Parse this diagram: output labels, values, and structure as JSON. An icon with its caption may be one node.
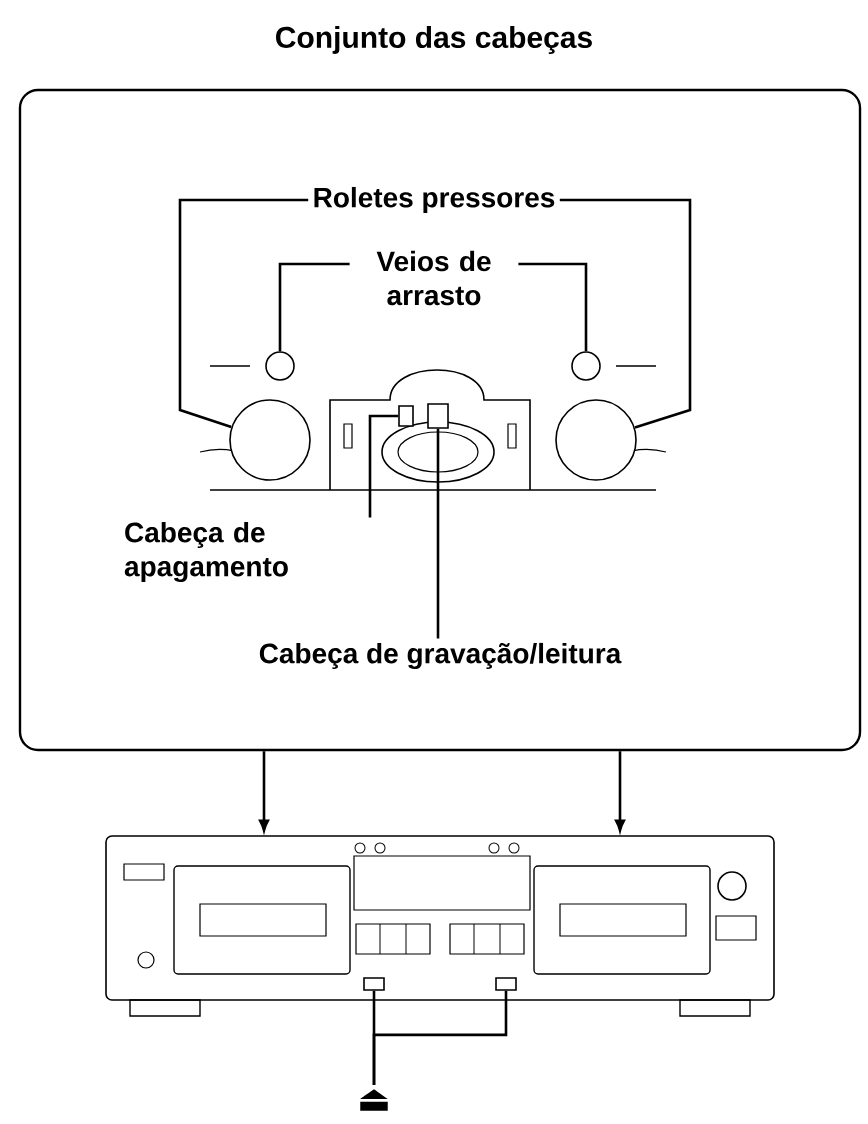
{
  "diagram": {
    "nodes": [
      {
        "text": [
          "Conjunto das cabeças"
        ]
      },
      {
        "text": [
          "Roletes pressores"
        ],
        "in": 0
      },
      {
        "text": [
          "Veios de arrasto"
        ],
        "in": 0
      },
      {
        "text": [
          "Cabeça de apagamento"
        ],
        "in": 0
      },
      {
        "text": [
          "Cabeça de gravação/leitura"
        ],
        "in": 0
      },
      {
        "text": [],
        "shape": "circle",
        "in": 0
      },
      {
        "text": [],
        "shape": "circle",
        "in": 0
      },
      {
        "text": [],
        "shape": "circle",
        "in": 0
      },
      {
        "text": [],
        "shape": "circle",
        "in": 0
      },
      {
        "text": [],
        "shape": "box",
        "in": 0
      },
      {
        "text": [],
        "shape": "box",
        "in": 0
      },
      {
        "text": [],
        "shape": "picture"
      },
      {
        "text": [
          "⏏"
        ]
      },
      {
        "text": [],
        "shape": "box",
        "in": 11
      },
      {
        "text": [],
        "shape": "box",
        "in": 11
      }
    ],
    "edges": [
      {
        "from": 1,
        "to": 5,
        "arrow": "none"
      },
      {
        "from": 1,
        "to": 6,
        "arrow": "none"
      },
      {
        "from": 2,
        "to": 7,
        "arrow": "none"
      },
      {
        "from": 2,
        "to": 8,
        "arrow": "none"
      },
      {
        "from": 3,
        "to": 9,
        "arrow": "none"
      },
      {
        "from": 4,
        "to": 10,
        "arrow": "none"
      },
      {
        "from": 0,
        "to": 11,
        "arrow": "to"
      },
      {
        "from": 0,
        "to": 11,
        "arrow": "to"
      },
      {
        "from": 12,
        "to": 13,
        "arrow": "none"
      },
      {
        "from": 12,
        "to": 14,
        "arrow": "none"
      }
    ]
  }
}
